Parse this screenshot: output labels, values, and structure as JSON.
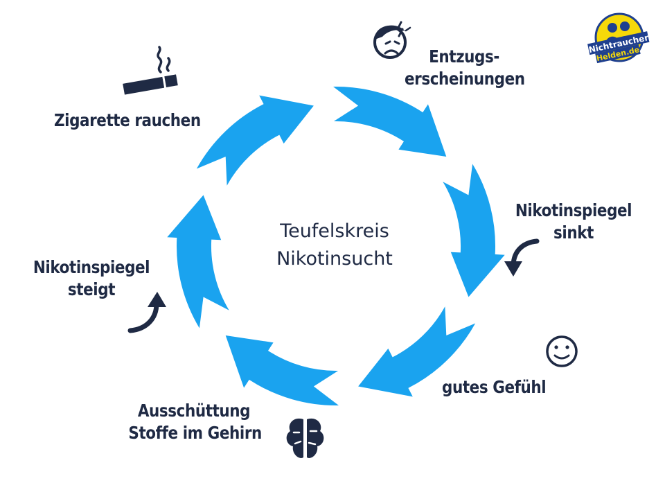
{
  "center": {
    "line1": "Teufelskreis",
    "line2": "Nikotinsucht"
  },
  "steps": [
    {
      "id": "zigarette",
      "line1": "Zigarette rauchen",
      "line2": "",
      "icon": "cigarette-icon"
    },
    {
      "id": "entzug",
      "line1": "Entzugs-",
      "line2": "erscheinungen",
      "icon": "headache-face-icon"
    },
    {
      "id": "sinkt",
      "line1": "Nikotinspiegel",
      "line2": "sinkt",
      "icon": "arrow-down-curved-icon"
    },
    {
      "id": "gefuehl",
      "line1": "gutes Gefühl",
      "line2": "",
      "icon": "smiley-icon"
    },
    {
      "id": "ausschuettung",
      "line1": "Ausschüttung",
      "line2": "Stoffe im Gehirn",
      "icon": "brain-icon"
    },
    {
      "id": "steigt",
      "line1": "Nikotinspiegel",
      "line2": "steigt",
      "icon": "arrow-up-curved-icon"
    }
  ],
  "logo": {
    "line1": "Nichtraucher",
    "line2": "Helden.de"
  },
  "colors": {
    "cycle": "#1aa3ef",
    "text": "#1f2a44",
    "logo_yellow": "#f5d90a",
    "logo_blue": "#1e3f8f"
  }
}
